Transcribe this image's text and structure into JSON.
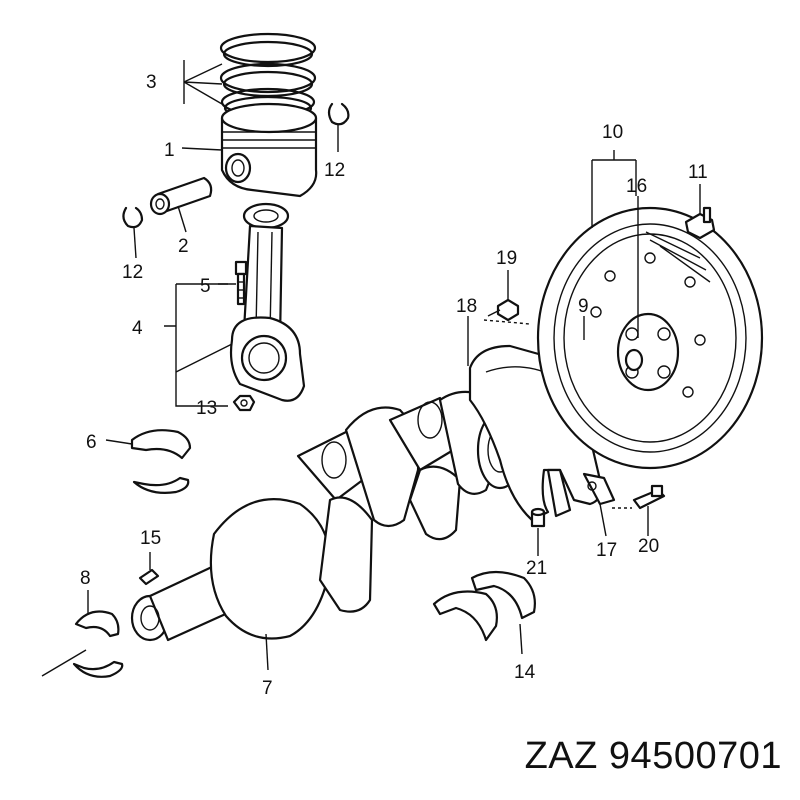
{
  "part_number_label": "ZAZ 94500701",
  "callouts": [
    {
      "id": "1",
      "label": "1"
    },
    {
      "id": "2",
      "label": "2"
    },
    {
      "id": "3",
      "label": "3"
    },
    {
      "id": "4",
      "label": "4"
    },
    {
      "id": "5",
      "label": "5"
    },
    {
      "id": "6",
      "label": "6"
    },
    {
      "id": "7",
      "label": "7"
    },
    {
      "id": "8",
      "label": "8"
    },
    {
      "id": "9",
      "label": "9"
    },
    {
      "id": "10",
      "label": "10"
    },
    {
      "id": "11",
      "label": "11"
    },
    {
      "id": "12a",
      "label": "12"
    },
    {
      "id": "12b",
      "label": "12"
    },
    {
      "id": "13",
      "label": "13"
    },
    {
      "id": "14",
      "label": "14"
    },
    {
      "id": "15",
      "label": "15"
    },
    {
      "id": "16",
      "label": "16"
    },
    {
      "id": "17",
      "label": "17"
    },
    {
      "id": "18",
      "label": "18"
    },
    {
      "id": "19",
      "label": "19"
    },
    {
      "id": "20",
      "label": "20"
    },
    {
      "id": "21",
      "label": "21"
    }
  ]
}
